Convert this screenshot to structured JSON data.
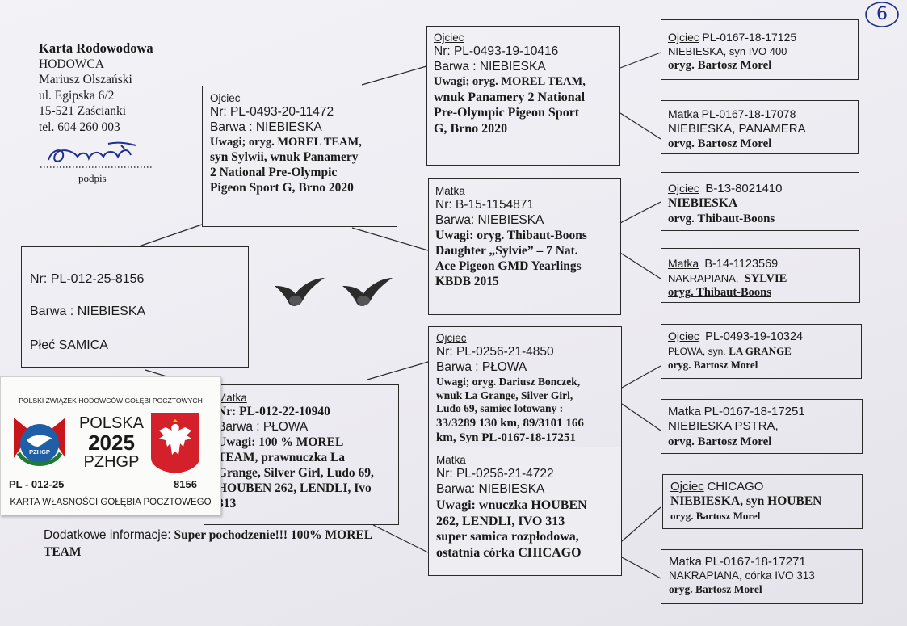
{
  "page_number": "6",
  "header": {
    "title": "Karta Rodowodowa",
    "section": "HODOWCA",
    "name": "Mariusz Olszański",
    "street": "ul. Egipska 6/2",
    "city": "15-521 Zaścianki",
    "phone": "tel. 604 260 003",
    "signature_label": "podpis"
  },
  "subject": {
    "nr": "Nr: PL-012-25-8156",
    "barwa": "Barwa : NIEBIESKA",
    "plec": "Płeć  SAMICA"
  },
  "father": {
    "label": "Ojciec",
    "nr": "Nr: PL-0493-20-11472",
    "barwa": "Barwa : NIEBIESKA",
    "uwagi": [
      "Uwagi; oryg. MOREL TEAM,",
      "syn Sylwii, wnuk Panamery",
      "2 National Pre-Olympic",
      "Pigeon Sport G, Brno 2020"
    ]
  },
  "mother": {
    "label": "Matka",
    "nr": "Nr: PL-012-22-10940",
    "barwa": "Barwa : PŁOWA",
    "uwagi": [
      "Uwagi: 100 % MOREL",
      "TEAM, prawnuczka La",
      "Grange, Silver Girl, Ludo 69,",
      "HOUBEN 262, LENDLI, Ivo",
      "313"
    ]
  },
  "ff": {
    "label": "Ojciec",
    "nr": "Nr: PL-0493-19-10416",
    "barwa": "Barwa : NIEBIESKA",
    "uwagi": [
      "Uwagi; oryg. MOREL TEAM,",
      "wnuk Panamery 2 National",
      "Pre-Olympic Pigeon Sport",
      "G, Brno 2020"
    ]
  },
  "fm": {
    "label": "Matka",
    "nr": "Nr: B-15-1154871",
    "barwa": "Barwa: NIEBIESKA",
    "uwagi": [
      "Uwagi: oryg. Thibaut-Boons",
      "Daughter „Sylvie” – 7 Nat.",
      "Ace Pigeon GMD Yearlings",
      "KBDB 2015"
    ]
  },
  "mf": {
    "label": "Ojciec",
    "nr": "Nr: PL-0256-21-4850",
    "barwa": "Barwa : PŁOWA",
    "uwagi": [
      "Uwagi; oryg. Dariusz Bonczek,",
      "wnuk La Grange, Silver Girl,",
      "Ludo 69, samiec lotowany :",
      "33/3289 130 km, 89/3101 166",
      "km, Syn PL-0167-18-17251"
    ]
  },
  "mm": {
    "label": "Matka",
    "nr": "Nr: PL-0256-21-4722",
    "barwa": "Barwa: NIEBIESKA",
    "uwagi": [
      "Uwagi: wnuczka HOUBEN",
      "262, LENDLI, IVO 313",
      "super samica rozpłodowa,",
      "ostatnia córka CHICAGO"
    ]
  },
  "g1": {
    "label": "Ojciec",
    "title": "PL-0167-18-17125",
    "line2": "NIEBIESKA, syn IVO 400",
    "line3": "oryg. Bartosz Morel"
  },
  "g2": {
    "label": "Matka",
    "title": "PL-0167-18-17078",
    "line2": "NIEBIESKA, PANAMERA",
    "line3": "orvg. Bartosz Morel"
  },
  "g3": {
    "label": "Ojciec",
    "title": "B-13-8021410",
    "line2": "NIEBIESKA",
    "line3": "orvg. Thibaut-Boons"
  },
  "g4": {
    "label": "Matka",
    "title": "B-14-1123569",
    "line2a": "NAKRAPIANA,",
    "line2b": "SYLVIE",
    "line3": "oryg. Thibaut-Boons"
  },
  "g5": {
    "label": "Ojciec",
    "title": "PL-0493-19-10324",
    "line2a": "PŁOWA,  syn.",
    "line2b": "LA GRANGE",
    "line3": "oryg. Bartosz Morel"
  },
  "g6": {
    "label": "Matka",
    "title": "PL-0167-18-17251",
    "line2": "NIEBIESKA PSTRA,",
    "line3": "orvg. Bartosz Morel"
  },
  "g7": {
    "label": "Ojciec",
    "title": "CHICAGO",
    "line2": "NIEBIESKA, syn HOUBEN",
    "line3": "oryg. Bartosz Morel"
  },
  "g8": {
    "label": "Matka",
    "title": "PL-0167-18-17271",
    "line2": "NAKRAPIANA, córka IVO 313",
    "line3": "oryg. Bartosz Morel"
  },
  "footer": {
    "label": "Dodatkowe informacje:",
    "text1": "Super pochodzenie!!! 100% MOREL",
    "text2": "TEAM"
  },
  "card": {
    "top": "POLSKI ZWIĄZEK HODOWCÓW GOŁĘBI POCZTOWYCH",
    "country": "POLSKA",
    "year": "2025",
    "org": "PZHGP",
    "logo_text": "PZHGP",
    "ring": "PL - 012-25",
    "ring_no": "8156",
    "bottom": "KARTA  WŁASNOŚCI GOŁĘBIA POCZTOWEGO"
  }
}
